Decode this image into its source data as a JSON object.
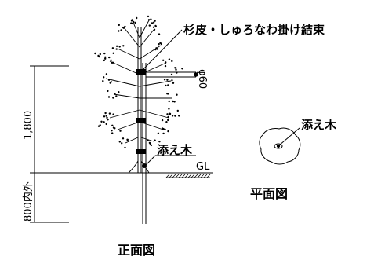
{
  "labels": {
    "tie_note": "杉皮・しゅろなわ掛け結束",
    "support_front": "添え木",
    "gl": "GL",
    "support_plan": "添え木",
    "plan_title": "平面図",
    "front_title": "正面図",
    "dim_height": "1,800",
    "dim_depth": "800内外",
    "dim_diameter": "φ60"
  }
}
